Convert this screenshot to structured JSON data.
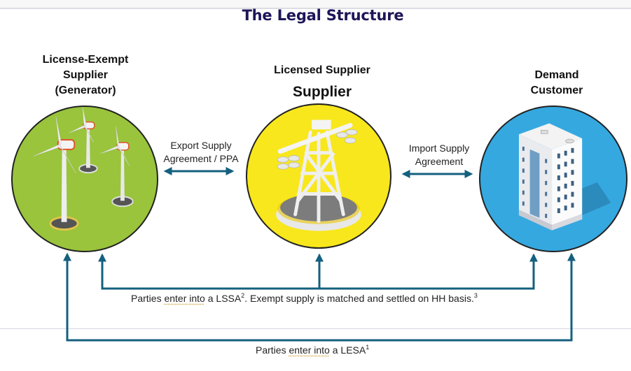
{
  "title": "The Legal Structure",
  "parties": {
    "generator": {
      "label_lines": [
        "License-Exempt",
        "Supplier",
        "(Generator)"
      ],
      "icon": "wind-turbines-icon",
      "circle_color": "#99c43c"
    },
    "supplier": {
      "label": "Licensed Supplier",
      "sublabel": "Supplier",
      "icon": "transmission-tower-icon",
      "circle_color": "#f8e71c"
    },
    "customer": {
      "label_lines": [
        "Demand",
        "Customer"
      ],
      "icon": "office-building-icon",
      "circle_color": "#35a8e0"
    }
  },
  "agreements": {
    "export": {
      "lines": [
        "Export Supply",
        "Agreement / PPA"
      ]
    },
    "import": {
      "lines": [
        "Import Supply",
        "Agreement"
      ]
    }
  },
  "notes": {
    "lssa": {
      "prefix": "Parties ",
      "flagged": "enter into",
      "middle": " a LSSA",
      "sup1": "2",
      "suffix": ". Exempt supply is matched and settled on HH basis.",
      "sup2": "3"
    },
    "lesa": {
      "prefix": "Parties ",
      "flagged": "enter into",
      "middle": " a LESA",
      "sup1": "1"
    }
  },
  "colors": {
    "title": "#1d1659",
    "connector": "#14607f"
  }
}
